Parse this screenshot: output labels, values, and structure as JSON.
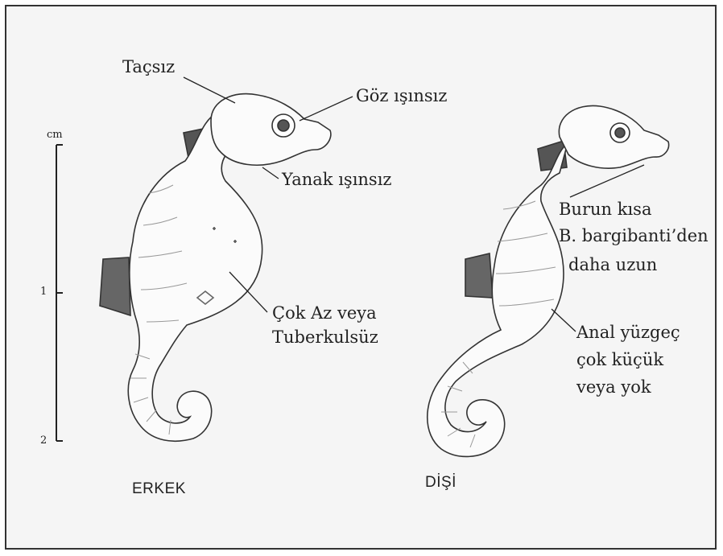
{
  "scale": {
    "unit": "cm",
    "ticks": [
      "1",
      "2"
    ]
  },
  "labels": {
    "tacsiz": "Taçsız",
    "goz": "Göz ışınsız",
    "yanak": "Yanak ışınsız",
    "tuberkul_1": "Çok Az veya",
    "tuberkul_2": "Tuberkulsüz",
    "burun_1": "Burun kısa",
    "burun_2": "B. bargibanti’den",
    "burun_3": "daha uzun",
    "anal_1": "Anal yüzgeç",
    "anal_2": "çok küçük",
    "anal_3": "veya yok"
  },
  "specimens": {
    "male": "ERKEK",
    "female": "DİŞİ"
  },
  "colors": {
    "frame": "#333333",
    "background": "#f5f5f5",
    "ink": "#222222"
  }
}
